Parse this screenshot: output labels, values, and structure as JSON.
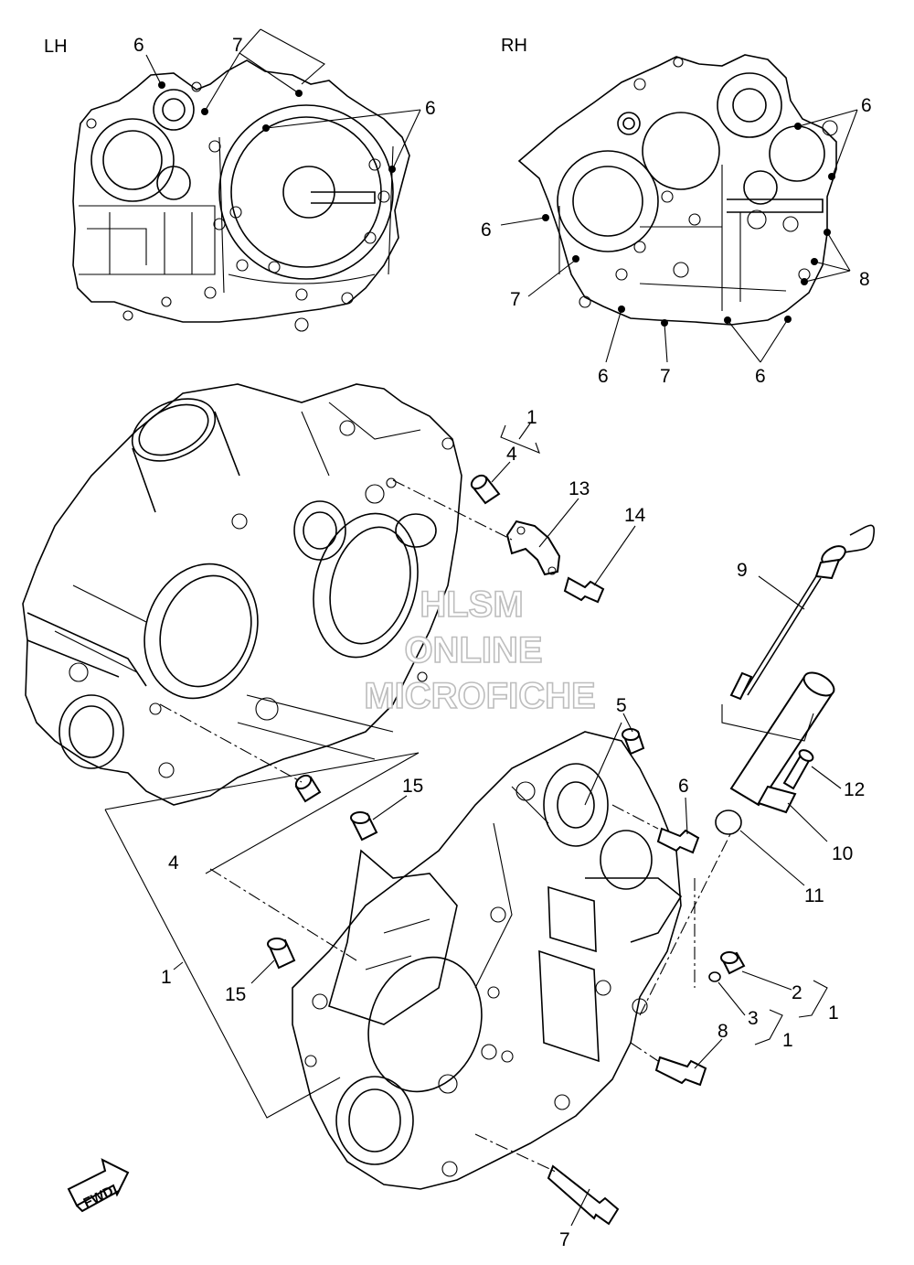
{
  "diagram": {
    "views": {
      "left_label": "LH",
      "right_label": "RH"
    },
    "watermark": {
      "line1": "HLSM",
      "line2": "ONLINE",
      "line3": "MICROFICHE"
    },
    "fwd_arrow_text": "FWD",
    "callouts": [
      {
        "id": "lh-6a",
        "text": "6"
      },
      {
        "id": "lh-7",
        "text": "7"
      },
      {
        "id": "lh-6b",
        "text": "6"
      },
      {
        "id": "rh-6a",
        "text": "6"
      },
      {
        "id": "rh-6b",
        "text": "6"
      },
      {
        "id": "rh-7a",
        "text": "7"
      },
      {
        "id": "rh-8",
        "text": "8"
      },
      {
        "id": "rh-6c",
        "text": "6"
      },
      {
        "id": "rh-7b",
        "text": "7"
      },
      {
        "id": "rh-6d",
        "text": "6"
      },
      {
        "id": "m-1a",
        "text": "1"
      },
      {
        "id": "m-4a",
        "text": "4"
      },
      {
        "id": "m-13",
        "text": "13"
      },
      {
        "id": "m-14",
        "text": "14"
      },
      {
        "id": "m-9",
        "text": "9"
      },
      {
        "id": "m-5",
        "text": "5"
      },
      {
        "id": "m-6",
        "text": "6"
      },
      {
        "id": "m-15a",
        "text": "15"
      },
      {
        "id": "m-12",
        "text": "12"
      },
      {
        "id": "m-10",
        "text": "10"
      },
      {
        "id": "m-4b",
        "text": "4"
      },
      {
        "id": "m-11",
        "text": "11"
      },
      {
        "id": "m-1b",
        "text": "1"
      },
      {
        "id": "m-15b",
        "text": "15"
      },
      {
        "id": "m-2",
        "text": "2"
      },
      {
        "id": "m-1c",
        "text": "1"
      },
      {
        "id": "m-3",
        "text": "3"
      },
      {
        "id": "m-1d",
        "text": "1"
      },
      {
        "id": "m-8",
        "text": "8"
      },
      {
        "id": "m-7",
        "text": "7"
      }
    ]
  }
}
